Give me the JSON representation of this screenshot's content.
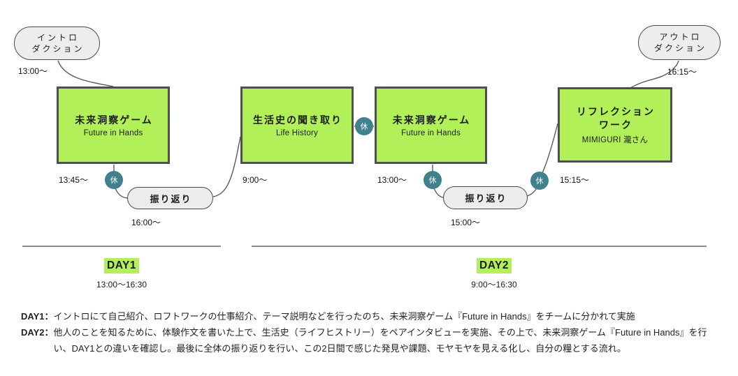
{
  "diagram": {
    "intro": {
      "label_line1": "イントロ",
      "label_line2": "ダクション",
      "time": "13:00〜"
    },
    "outro": {
      "label_line1": "アウトロ",
      "label_line2": "ダクション",
      "time": "16:15〜"
    },
    "break_label": "休",
    "sessions": [
      {
        "title_line1": "未来洞察ゲーム",
        "title_line2": "",
        "subtitle": "Future in Hands",
        "time": "13:45〜"
      },
      {
        "title_line1": "生活史の聞き取り",
        "title_line2": "",
        "subtitle": "Life History",
        "time": "9:00〜"
      },
      {
        "title_line1": "未来洞察ゲーム",
        "title_line2": "",
        "subtitle": "Future in Hands",
        "time": "13:00〜"
      },
      {
        "title_line1": "リフレクション",
        "title_line2": "ワーク",
        "subtitle": "MIMIGURI 瀧さん",
        "time": "15:15〜"
      }
    ],
    "reflections": [
      {
        "label": "振り返り",
        "time": "16:00〜"
      },
      {
        "label": "振り返り",
        "time": "15:00〜"
      }
    ],
    "days": [
      {
        "label": "DAY1",
        "time_range": "13:00〜16:30"
      },
      {
        "label": "DAY2",
        "time_range": "9:00〜16:30"
      }
    ]
  },
  "notes": [
    {
      "prefix": "DAY1：",
      "text": "イントロにて自己紹介、ロフトワークの仕事紹介、テーマ説明などを行ったのち、未来洞察ゲーム『Future in Hands』をチームに分かれて実施"
    },
    {
      "prefix": "DAY2：",
      "text": "他人のことを知るために、体験作文を書いた上で、生活史（ライフヒストリー）をペアインタビューを実施、その上で、未来洞察ゲーム『Future in Hands』を行い、DAY1との違いを確認し。最後に全体の振り返りを行い、この2日間で感じた発見や課題、モヤモヤを見える化し、自分の糧とする流れ。"
    }
  ],
  "colors": {
    "session_fill": "#b2f05a",
    "session_border": "#4f4f4f",
    "break_fill": "#41808d",
    "pill_fill": "#ededed",
    "pill_border": "#4a4a4a",
    "day_highlight": "#b2f05a",
    "connector": "#5a5a5a",
    "day_line": "#8c8c8c"
  }
}
